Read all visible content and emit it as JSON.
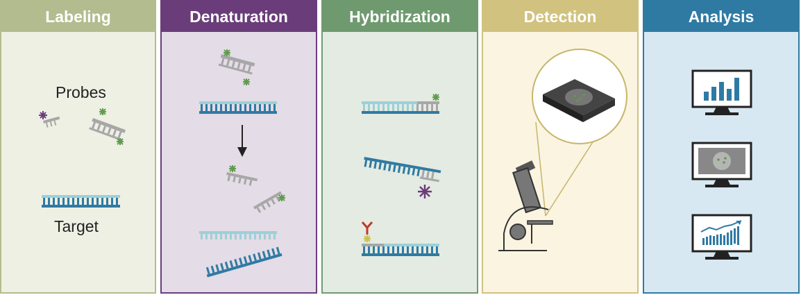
{
  "panels": [
    {
      "title": "Labeling",
      "color": "#b2bc8e",
      "bg": "#eef0e4"
    },
    {
      "title": "Denaturation",
      "color": "#6a3d7a",
      "bg": "#e4dce6"
    },
    {
      "title": "Hybridization",
      "color": "#6f9a6f",
      "bg": "#e4ebe2"
    },
    {
      "title": "Detection",
      "color": "#d1c27f",
      "bg": "#faf4e1"
    },
    {
      "title": "Analysis",
      "color": "#2f7aa3",
      "bg": "#d8e8f2"
    }
  ],
  "labeling": {
    "probes_label": "Probes",
    "target_label": "Target"
  },
  "icons": {
    "probe": "dna-probe-icon",
    "target": "dna-target-icon",
    "fluorophore": "green-fluorophore-star-icon",
    "purple_tag": "purple-star-label-icon",
    "antibody": "antibody-icon",
    "arrow": "down-arrow-icon",
    "microscope": "microscope-icon",
    "slide": "microarray-slide-icon",
    "monitor": "computer-monitor-icon"
  },
  "colors": {
    "target_strand": "#2f7aa3",
    "probe_strand": "#a7a7a7",
    "light_strand": "#9cd0d8",
    "fluorophore": "#5f9c4b",
    "purple": "#6a3d7a",
    "antibody": "#c0392b"
  }
}
